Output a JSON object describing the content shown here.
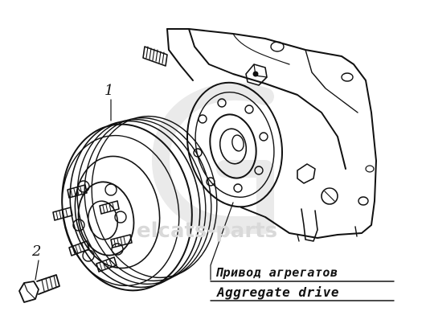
{
  "callouts": {
    "part_1": "1",
    "part_2": "2"
  },
  "caption": {
    "russian": "Привод агрегатов",
    "english": "Aggregate drive"
  },
  "watermark": {
    "text": "elcats-parts"
  },
  "colors": {
    "ink": "#111111",
    "paper": "#ffffff",
    "watermark": "#d9d9d9"
  }
}
